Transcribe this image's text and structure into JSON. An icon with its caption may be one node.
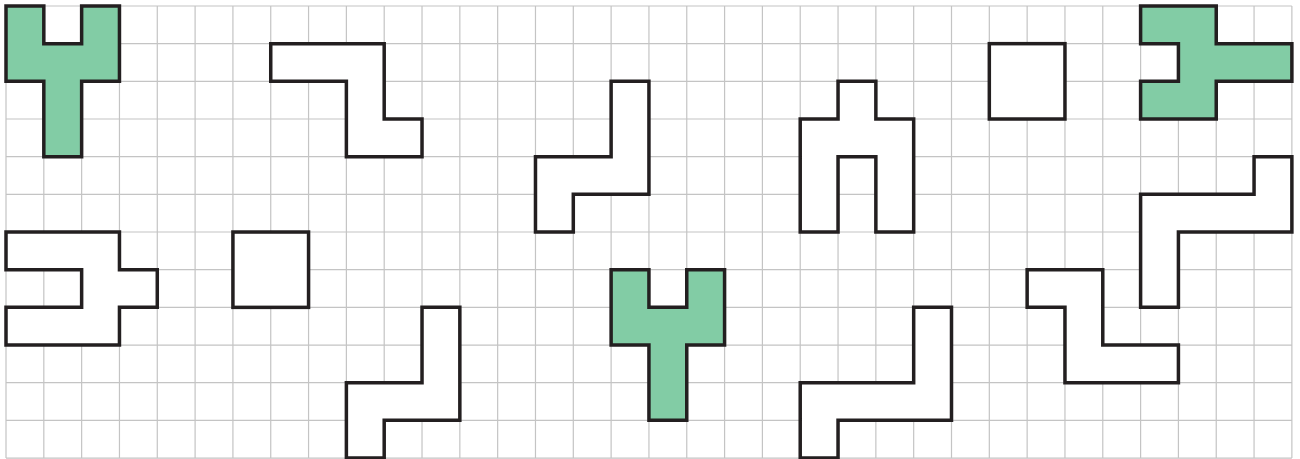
{
  "diagram": {
    "nodes": [
      {
        "text": [],
        "shape": "polyomino"
      },
      {
        "text": [],
        "shape": "polyomino"
      },
      {
        "text": [],
        "shape": "polyomino"
      },
      {
        "text": [],
        "shape": "polyomino"
      },
      {
        "text": [],
        "shape": "box"
      },
      {
        "text": [],
        "shape": "polyomino"
      },
      {
        "text": [],
        "shape": "polyomino"
      },
      {
        "text": [],
        "shape": "box"
      },
      {
        "text": [],
        "shape": "polyomino"
      },
      {
        "text": [],
        "shape": "polyomino"
      },
      {
        "text": [],
        "shape": "polyomino"
      },
      {
        "text": [],
        "shape": "polyomino"
      },
      {
        "text": [],
        "shape": "polyomino"
      }
    ]
  }
}
